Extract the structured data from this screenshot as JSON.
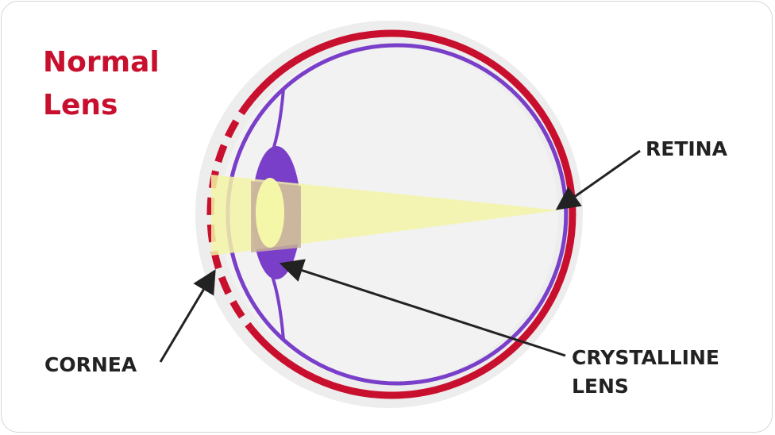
{
  "diagram": {
    "title_line1": "Normal",
    "title_line2": "Lens",
    "labels": {
      "retina": "RETINA",
      "cornea": "CORNEA",
      "lens_line1": "CRYSTALLINE",
      "lens_line2": "LENS"
    },
    "colors": {
      "title": "#c8102e",
      "sclera": "#c8102e",
      "choroid": "#7a3fc9",
      "lens": "#7a3fc9",
      "lens_core": "#f5f7a8",
      "light_beam": "#f3f5a6",
      "eyeball": "#f2f2f2",
      "arrows": "#222222"
    },
    "icons": [
      "arrow-icon"
    ]
  }
}
